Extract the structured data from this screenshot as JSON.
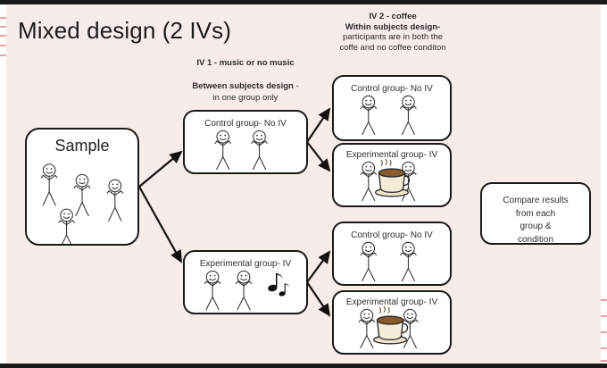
{
  "slide": {
    "title": "Mixed design (2 IVs)",
    "background_color": "#f7ece9",
    "accent_color": "#e8a0a0"
  },
  "headers": {
    "iv1": {
      "line1": "IV 1 - music or no music",
      "line2_bold": "Between subjects design",
      "line2_rest": " -",
      "line3": "in one group only"
    },
    "iv2": {
      "line1": "IV 2 - coffee",
      "line2": "Within subjects design-",
      "line3": "participants are in both the",
      "line4": "coffe and no coffee conditon"
    }
  },
  "boxes": {
    "sample": {
      "label": "Sample",
      "figures": 4
    },
    "mid_control": {
      "label": "Control group- No IV",
      "figures": 2
    },
    "mid_experimental": {
      "label": "Experimental group- IV",
      "figures": 2,
      "icon": "music-note-icon"
    },
    "right_top_control": {
      "label": "Control group- No IV",
      "figures": 2
    },
    "right_top_experimental": {
      "label": "Experimental group-  IV",
      "figures": 2,
      "icon": "coffee-cup-icon"
    },
    "right_bottom_control": {
      "label": "Control group- No IV",
      "figures": 2
    },
    "right_bottom_experimental": {
      "label": "Experimental group- IV",
      "figures": 2,
      "icon": "coffee-cup-icon"
    },
    "compare": {
      "line1": "Compare results",
      "line2": "from each",
      "line3": "group &",
      "line4": "condition"
    }
  }
}
